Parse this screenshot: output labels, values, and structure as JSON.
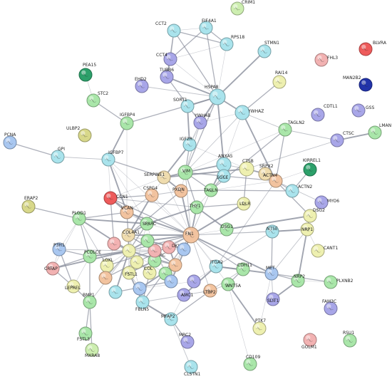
{
  "colors": {
    "cyan": "#a9e3ec",
    "purple": "#a8a6e8",
    "green": "#a9e6a9",
    "yellow": "#eef0b0",
    "orange": "#f2c39f",
    "red": "#ee5b5b",
    "pink": "#f2b2b2",
    "blue": "#a9c7f0",
    "lightgreen": "#cdeeb0",
    "darkgreen": "#2ca06a",
    "navy": "#2233aa",
    "olive": "#d8d88a",
    "tan": "#efdcae",
    "edge": "#8a8f9c"
  },
  "nodes": [
    {
      "id": "CRIM1",
      "label": "CRIM1",
      "color": "lightgreen"
    },
    {
      "id": "CCT2",
      "label": "CCT2",
      "color": "cyan"
    },
    {
      "id": "EIF4A1",
      "label": "EIF4A1",
      "color": "cyan"
    },
    {
      "id": "CCT4",
      "label": "CCT4",
      "color": "purple"
    },
    {
      "id": "STMN1",
      "label": "STMN1",
      "color": "cyan"
    },
    {
      "id": "RPS18",
      "label": "RPS18",
      "color": "cyan"
    },
    {
      "id": "FHL3",
      "label": "FHL3",
      "color": "pink"
    },
    {
      "id": "BLVRA",
      "label": "BLVRA",
      "color": "red"
    },
    {
      "id": "TUBB6",
      "label": "TUBB6",
      "color": "purple"
    },
    {
      "id": "PEA15",
      "label": "PEA15",
      "color": "darkgreen"
    },
    {
      "id": "MAN2B2",
      "label": "MAN2B2",
      "color": "navy"
    },
    {
      "id": "HSPA8",
      "label": "HSPA8",
      "color": "cyan"
    },
    {
      "id": "RAI14",
      "label": "RAI14",
      "color": "yellow"
    },
    {
      "id": "EHD2",
      "label": "EHD2",
      "color": "purple"
    },
    {
      "id": "STC2",
      "label": "STC2",
      "color": "green"
    },
    {
      "id": "SORT1",
      "label": "SORT1",
      "color": "cyan"
    },
    {
      "id": "CDTL1",
      "label": "CDTL1",
      "color": "purple"
    },
    {
      "id": "GSS",
      "label": "GSS",
      "color": "purple"
    },
    {
      "id": "YWHAZ",
      "label": "YWHAZ",
      "color": "cyan"
    },
    {
      "id": "YWHAB",
      "label": "YWHAB",
      "color": "purple"
    },
    {
      "id": "ULBP2",
      "label": "ULBP2",
      "color": "olive"
    },
    {
      "id": "IGFBP4",
      "label": "IGFBP4",
      "color": "green"
    },
    {
      "id": "TAGLN2",
      "label": "TAGLN2",
      "color": "green"
    },
    {
      "id": "LMAN",
      "label": "LMAN",
      "color": "green"
    },
    {
      "id": "PCNA",
      "label": "PCNA",
      "color": "blue"
    },
    {
      "id": "IGF2R",
      "label": "IGF2R",
      "color": "cyan"
    },
    {
      "id": "CTSC",
      "label": "CTSC",
      "color": "purple"
    },
    {
      "id": "GPI",
      "label": "GPI",
      "color": "cyan"
    },
    {
      "id": "IGFBP7",
      "label": "IGFBP7",
      "color": "cyan"
    },
    {
      "id": "ANXA5",
      "label": "ANXA5",
      "color": "cyan"
    },
    {
      "id": "CTSB",
      "label": "CTSB",
      "color": "yellow"
    },
    {
      "id": "SRPX2",
      "label": "SRPX2",
      "color": "tan"
    },
    {
      "id": "KIRREL1",
      "label": "KIRREL1",
      "color": "darkgreen"
    },
    {
      "id": "ACTN4",
      "label": "ACTN4",
      "color": "orange"
    },
    {
      "id": "SERPINE1",
      "label": "SERPINE1",
      "color": "tan"
    },
    {
      "id": "VIM",
      "label": "VIM",
      "color": "green"
    },
    {
      "id": "SGCE",
      "label": "SGCE",
      "color": "cyan"
    },
    {
      "id": "ACTN2",
      "label": "ACTN2",
      "color": "cyan"
    },
    {
      "id": "CCN1",
      "label": "CCN1",
      "color": "red"
    },
    {
      "id": "CSPG4",
      "label": "CSPG4",
      "color": "orange"
    },
    {
      "id": "PXDN",
      "label": "PXDN",
      "color": "orange"
    },
    {
      "id": "TAGLN",
      "label": "TAGLN",
      "color": "green"
    },
    {
      "id": "ERAP2",
      "label": "ERAP2",
      "color": "olive"
    },
    {
      "id": "VCAN",
      "label": "VCAN",
      "color": "orange"
    },
    {
      "id": "LDLR",
      "label": "LDLR",
      "color": "yellow"
    },
    {
      "id": "MYO6",
      "label": "MYO6",
      "color": "purple"
    },
    {
      "id": "PLOD1",
      "label": "PLOD1",
      "color": "green"
    },
    {
      "id": "DSG2",
      "label": "DSG2",
      "color": "yellow"
    },
    {
      "id": "THY1",
      "label": "THY1",
      "color": "green"
    },
    {
      "id": "SPARC",
      "label": "SPARC",
      "color": "green"
    },
    {
      "id": "NRP1",
      "label": "NRP1",
      "color": "yellow"
    },
    {
      "id": "NT5E",
      "label": "NT5E",
      "color": "cyan"
    },
    {
      "id": "DSG1",
      "label": "DSG1",
      "color": "green"
    },
    {
      "id": "FN1",
      "label": "FN1",
      "color": "orange"
    },
    {
      "id": "COL4A1",
      "label": "COL4A1",
      "color": "tan"
    },
    {
      "id": "P3H1",
      "label": "P3H1",
      "color": "blue"
    },
    {
      "id": "PCOLCE",
      "label": "PCOLCE",
      "color": "green"
    },
    {
      "id": "DKK3",
      "label": "DKK",
      "color": "pink"
    },
    {
      "id": "CANT1",
      "label": "CANT1",
      "color": "yellow"
    },
    {
      "id": "CRTAP",
      "label": "CRTAP",
      "color": "pink"
    },
    {
      "id": "ITGA2",
      "label": "ITGA2",
      "color": "cyan"
    },
    {
      "id": "CDH11",
      "label": "CDH11",
      "color": "green"
    },
    {
      "id": "MET",
      "label": "MET",
      "color": "blue"
    },
    {
      "id": "LEPRE",
      "label": "LEPREL",
      "color": "yellow"
    },
    {
      "id": "WNT5A",
      "label": "WNT5A",
      "color": "green"
    },
    {
      "id": "NRP2",
      "label": "NRP2",
      "color": "green"
    },
    {
      "id": "PLXNB2",
      "label": "PLXNB2",
      "color": "green"
    },
    {
      "id": "BMP1",
      "label": "BMP1",
      "color": "green"
    },
    {
      "id": "FSTL1",
      "label": "FSTL1",
      "color": "yellow"
    },
    {
      "id": "SLIT1",
      "label": "SLIT1",
      "color": "purple"
    },
    {
      "id": "SPARCL",
      "label": "SPARC",
      "color": "green"
    },
    {
      "id": "COL5",
      "label": "COL",
      "color": "yellow"
    },
    {
      "id": "FAM3C",
      "label": "FAM3C",
      "color": "purple"
    },
    {
      "id": "LTBP2",
      "label": "LTBP2",
      "color": "orange"
    },
    {
      "id": "AMC1",
      "label": "AMC1",
      "color": "purple"
    },
    {
      "id": "FBLN5",
      "label": "FBLN5",
      "color": "cyan"
    },
    {
      "id": "MFAP2",
      "label": "MFAP2",
      "color": "cyan"
    },
    {
      "id": "PTK7",
      "label": "PTK7",
      "color": "yellow"
    },
    {
      "id": "FSTL3",
      "label": "FSTL3",
      "color": "green"
    },
    {
      "id": "MXRA8",
      "label": "MXRA8",
      "color": "lightgreen"
    },
    {
      "id": "GOLM1",
      "label": "GOLM1",
      "color": "pink"
    },
    {
      "id": "RSU1",
      "label": "RSU1",
      "color": "green"
    },
    {
      "id": "MRC2",
      "label": "MRC2",
      "color": "purple"
    },
    {
      "id": "CD109",
      "label": "CD109",
      "color": "green"
    },
    {
      "id": "CLSTN1",
      "label": "CLSTN1",
      "color": "cyan"
    },
    {
      "id": "LOXL",
      "label": "LOXL",
      "color": "yellow"
    },
    {
      "id": "COL1",
      "label": "",
      "color": "yellow"
    },
    {
      "id": "COL3",
      "label": "",
      "color": "pink"
    },
    {
      "id": "COL6",
      "label": "",
      "color": "orange"
    },
    {
      "id": "COL12",
      "label": "",
      "color": "green"
    },
    {
      "id": "COL16",
      "label": "",
      "color": "yellow"
    },
    {
      "id": "COL18",
      "label": "",
      "color": "pink"
    },
    {
      "id": "TNC",
      "label": "",
      "color": "blue"
    },
    {
      "id": "POSTN",
      "label": "",
      "color": "green"
    },
    {
      "id": "SERPINH",
      "label": "",
      "color": "orange"
    },
    {
      "id": "LGALS",
      "label": "",
      "color": "purple"
    },
    {
      "id": "BGN",
      "label": "",
      "color": "blue"
    },
    {
      "id": "MMP",
      "label": "",
      "color": "cyan"
    },
    {
      "id": "TGFBI",
      "label": "",
      "color": "blue"
    }
  ],
  "edges": [
    [
      "CCT2",
      "CCT4"
    ],
    [
      "CCT2",
      "EIF4A1"
    ],
    [
      "CCT2",
      "HSPA8"
    ],
    [
      "CCT2",
      "TUBB6"
    ],
    [
      "CCT2",
      "RPS18"
    ],
    [
      "EIF4A1",
      "RPS18"
    ],
    [
      "EIF4A1",
      "HSPA8"
    ],
    [
      "EIF4A1",
      "CCT4"
    ],
    [
      "CCT4",
      "TUBB6"
    ],
    [
      "CCT4",
      "HSPA8"
    ],
    [
      "CCT4",
      "RPS18"
    ],
    [
      "TUBB6",
      "HSPA8"
    ],
    [
      "RPS18",
      "HSPA8"
    ],
    [
      "STMN1",
      "HSPA8"
    ],
    [
      "TUBB6",
      "YWHAB"
    ],
    [
      "HSPA8",
      "YWHAZ"
    ],
    [
      "HSPA8",
      "YWHAB"
    ],
    [
      "HSPA8",
      "SORT1"
    ],
    [
      "HSPA8",
      "IGF2R"
    ],
    [
      "HSPA8",
      "VIM"
    ],
    [
      "HSPA8",
      "ANXA5"
    ],
    [
      "EHD2",
      "HSPA8"
    ],
    [
      "YWHAZ",
      "YWHAB"
    ],
    [
      "YWHAZ",
      "TAGLN2"
    ],
    [
      "YWHAZ",
      "ACTN4"
    ],
    [
      "YWHAZ",
      "VIM"
    ],
    [
      "YWHAZ",
      "ANXA5"
    ],
    [
      "YWHAZ",
      "RAI14"
    ],
    [
      "YWHAB",
      "VIM"
    ],
    [
      "YWHAB",
      "IGF2R"
    ],
    [
      "SORT1",
      "IGF2R"
    ],
    [
      "IGF2R",
      "CTSB"
    ],
    [
      "IGF2R",
      "VIM"
    ],
    [
      "IGF2R",
      "SERPINE1"
    ],
    [
      "IGFBP4",
      "IGFBP7"
    ],
    [
      "IGFBP4",
      "STC2"
    ],
    [
      "IGFBP4",
      "HSPA8"
    ],
    [
      "IGFBP4",
      "VCAN"
    ],
    [
      "PEA15",
      "STC2"
    ],
    [
      "PCNA",
      "GPI"
    ],
    [
      "GPI",
      "IGFBP7"
    ],
    [
      "IGFBP7",
      "SERPINE1"
    ],
    [
      "IGFBP7",
      "CCN1"
    ],
    [
      "IGFBP7",
      "VCAN"
    ],
    [
      "IGFBP7",
      "FN1"
    ],
    [
      "IGFBP7",
      "SPARC"
    ],
    [
      "TAGLN2",
      "CTSC"
    ],
    [
      "TAGLN2",
      "ACTN4"
    ],
    [
      "TAGLN2",
      "VIM"
    ],
    [
      "TAGLN2",
      "TAGLN"
    ],
    [
      "CTSC",
      "LMAN"
    ],
    [
      "CTSC",
      "CTSB"
    ],
    [
      "ANXA5",
      "VIM"
    ],
    [
      "ANXA5",
      "CTSB"
    ],
    [
      "ANXA5",
      "SGCE"
    ],
    [
      "ANXA5",
      "TAGLN"
    ],
    [
      "CTSB",
      "SRPX2"
    ],
    [
      "CTSB",
      "LDLR"
    ],
    [
      "CTSB",
      "SERPINE1"
    ],
    [
      "SRPX2",
      "ACTN4"
    ],
    [
      "ACTN4",
      "KIRREL1"
    ],
    [
      "ACTN4",
      "ACTN2"
    ],
    [
      "ACTN4",
      "VIM"
    ],
    [
      "ACTN4",
      "TAGLN"
    ],
    [
      "ACTN4",
      "MYO6"
    ],
    [
      "ACTN4",
      "ITGA2"
    ],
    [
      "ACTN4",
      "DSG2"
    ],
    [
      "ACTN2",
      "KIRREL1"
    ],
    [
      "ACTN2",
      "TAGLN"
    ],
    [
      "SERPINE1",
      "VIM"
    ],
    [
      "SERPINE1",
      "CCN1"
    ],
    [
      "SERPINE1",
      "FN1"
    ],
    [
      "SERPINE1",
      "PXDN"
    ],
    [
      "SERPINE1",
      "CSPG4"
    ],
    [
      "VIM",
      "TAGLN"
    ],
    [
      "VIM",
      "FN1"
    ],
    [
      "VIM",
      "SGCE"
    ],
    [
      "VIM",
      "PXDN"
    ],
    [
      "VIM",
      "THY1"
    ],
    [
      "SGCE",
      "TAGLN"
    ],
    [
      "CCN1",
      "CSPG4"
    ],
    [
      "CCN1",
      "VCAN"
    ],
    [
      "CCN1",
      "FN1"
    ],
    [
      "CCN1",
      "SPARC"
    ],
    [
      "CCN1",
      "THY1"
    ],
    [
      "CSPG4",
      "PXDN"
    ],
    [
      "CSPG4",
      "FN1"
    ],
    [
      "CSPG4",
      "VCAN"
    ],
    [
      "CSPG4",
      "COL4A1"
    ],
    [
      "PXDN",
      "TAGLN"
    ],
    [
      "PXDN",
      "COL4A1"
    ],
    [
      "PXDN",
      "FN1"
    ],
    [
      "TAGLN",
      "THY1"
    ],
    [
      "TAGLN",
      "FN1"
    ],
    [
      "ERAP2",
      "PLOD1"
    ],
    [
      "VCAN",
      "PLOD1"
    ],
    [
      "VCAN",
      "FN1"
    ],
    [
      "VCAN",
      "SPARC"
    ],
    [
      "VCAN",
      "COL4A1"
    ],
    [
      "LDLR",
      "FN1"
    ],
    [
      "LDLR",
      "THY1"
    ],
    [
      "MYO6",
      "NRP1"
    ],
    [
      "PLOD1",
      "P3H1"
    ],
    [
      "PLOD1",
      "PCOLCE"
    ],
    [
      "PLOD1",
      "CRTAP"
    ],
    [
      "PLOD1",
      "COL1"
    ],
    [
      "PLOD1",
      "SPARC"
    ],
    [
      "PLOD1",
      "LOXL"
    ],
    [
      "DSG2",
      "NRP1"
    ],
    [
      "DSG2",
      "DSG1"
    ],
    [
      "THY1",
      "SPARC"
    ],
    [
      "THY1",
      "FN1"
    ],
    [
      "THY1",
      "DSG1"
    ],
    [
      "SPARC",
      "COL4A1"
    ],
    [
      "SPARC",
      "FN1"
    ],
    [
      "SPARC",
      "COL1"
    ],
    [
      "SPARC",
      "COL3"
    ],
    [
      "NRP1",
      "NT5E"
    ],
    [
      "NRP1",
      "MET"
    ],
    [
      "NRP1",
      "NRP2"
    ],
    [
      "NRP1",
      "FN1"
    ],
    [
      "NRP1",
      "CANT1"
    ],
    [
      "NT5E",
      "FN1"
    ],
    [
      "NT5E",
      "ITGA2"
    ],
    [
      "NT5E",
      "MET"
    ],
    [
      "DSG1",
      "FN1"
    ],
    [
      "FN1",
      "COL4A1"
    ],
    [
      "FN1",
      "DKK3"
    ],
    [
      "FN1",
      "ITGA2"
    ],
    [
      "FN1",
      "CDH11"
    ],
    [
      "FN1",
      "WNT5A"
    ],
    [
      "FN1",
      "COL1"
    ],
    [
      "FN1",
      "COL3"
    ],
    [
      "FN1",
      "COL6"
    ],
    [
      "FN1",
      "TNC"
    ],
    [
      "FN1",
      "POSTN"
    ],
    [
      "FN1",
      "LTBP2"
    ],
    [
      "FN1",
      "FBLN5"
    ],
    [
      "FN1",
      "SERPINH"
    ],
    [
      "FN1",
      "MET"
    ],
    [
      "COL4A1",
      "COL1"
    ],
    [
      "COL4A1",
      "COL3"
    ],
    [
      "COL4A1",
      "COL6"
    ],
    [
      "COL4A1",
      "COL16"
    ],
    [
      "COL4A1",
      "DKK3"
    ],
    [
      "P3H1",
      "CRTAP"
    ],
    [
      "P3H1",
      "PCOLCE"
    ],
    [
      "P3H1",
      "COL1"
    ],
    [
      "P3H1",
      "LEPRE"
    ],
    [
      "PCOLCE",
      "COL1"
    ],
    [
      "PCOLCE",
      "BMP1"
    ],
    [
      "PCOLCE",
      "CRTAP"
    ],
    [
      "PCOLCE",
      "COL3"
    ],
    [
      "PCOLCE",
      "LEPRE"
    ],
    [
      "DKK3",
      "COL1"
    ],
    [
      "DKK3",
      "COL6"
    ],
    [
      "CRTAP",
      "LEPRE"
    ],
    [
      "CRTAP",
      "COL1"
    ],
    [
      "ITGA2",
      "CDH11"
    ],
    [
      "ITGA2",
      "MET"
    ],
    [
      "ITGA2",
      "LGALS"
    ],
    [
      "CDH11",
      "WNT5A"
    ],
    [
      "CDH11",
      "LTBP2"
    ],
    [
      "MET",
      "NRP2"
    ],
    [
      "MET",
      "PLXNB2"
    ],
    [
      "MET",
      "SLIT1"
    ],
    [
      "MET",
      "PTK7"
    ],
    [
      "NRP2",
      "PLXNB2"
    ],
    [
      "NRP2",
      "SLIT1"
    ],
    [
      "WNT5A",
      "PTK7"
    ],
    [
      "WNT5A",
      "LTBP2"
    ],
    [
      "BMP1",
      "LEPRE"
    ],
    [
      "BMP1",
      "FSTL3"
    ],
    [
      "BMP1",
      "MXRA8"
    ],
    [
      "BMP1",
      "COL1"
    ],
    [
      "FSTL1",
      "COL1"
    ],
    [
      "FSTL1",
      "SPARCL"
    ],
    [
      "FSTL1",
      "FBLN5"
    ],
    [
      "COL5",
      "COL1"
    ],
    [
      "COL5",
      "FBLN5"
    ],
    [
      "LTBP2",
      "FBLN5"
    ],
    [
      "LTBP2",
      "MFAP2"
    ],
    [
      "FBLN5",
      "MFAP2"
    ],
    [
      "AMC1",
      "MFAP2"
    ],
    [
      "AMC1",
      "ITGA2"
    ],
    [
      "MRC2",
      "MFAP2"
    ],
    [
      "CD109",
      "WNT5A"
    ],
    [
      "CLSTN1",
      "MFAP2"
    ],
    [
      "COL1",
      "COL3"
    ],
    [
      "COL1",
      "COL6"
    ],
    [
      "COL1",
      "COL12"
    ],
    [
      "COL1",
      "COL16"
    ],
    [
      "COL1",
      "COL18"
    ],
    [
      "COL1",
      "TNC"
    ],
    [
      "COL1",
      "POSTN"
    ],
    [
      "COL1",
      "SERPINH"
    ],
    [
      "COL1",
      "BGN"
    ],
    [
      "COL1",
      "MMP"
    ],
    [
      "COL3",
      "COL6"
    ],
    [
      "COL3",
      "POSTN"
    ],
    [
      "COL3",
      "TGFBI"
    ],
    [
      "COL6",
      "COL12"
    ],
    [
      "COL6",
      "BGN"
    ],
    [
      "COL6",
      "TGFBI"
    ],
    [
      "COL12",
      "TNC"
    ],
    [
      "TNC",
      "POSTN"
    ],
    [
      "POSTN",
      "TGFBI"
    ],
    [
      "SERPINH",
      "COL18"
    ],
    [
      "LGALS",
      "BGN"
    ],
    [
      "MMP",
      "TGFBI"
    ],
    [
      "LOXL",
      "COL1"
    ],
    [
      "LOXL",
      "COL3"
    ],
    [
      "SPARCL",
      "COL1"
    ],
    [
      "SPARCL",
      "COL6"
    ],
    [
      "COL16",
      "SPARC"
    ],
    [
      "COL18",
      "CCN1"
    ],
    [
      "TGFBI",
      "FN1"
    ],
    [
      "BGN",
      "FSTL1"
    ]
  ]
}
